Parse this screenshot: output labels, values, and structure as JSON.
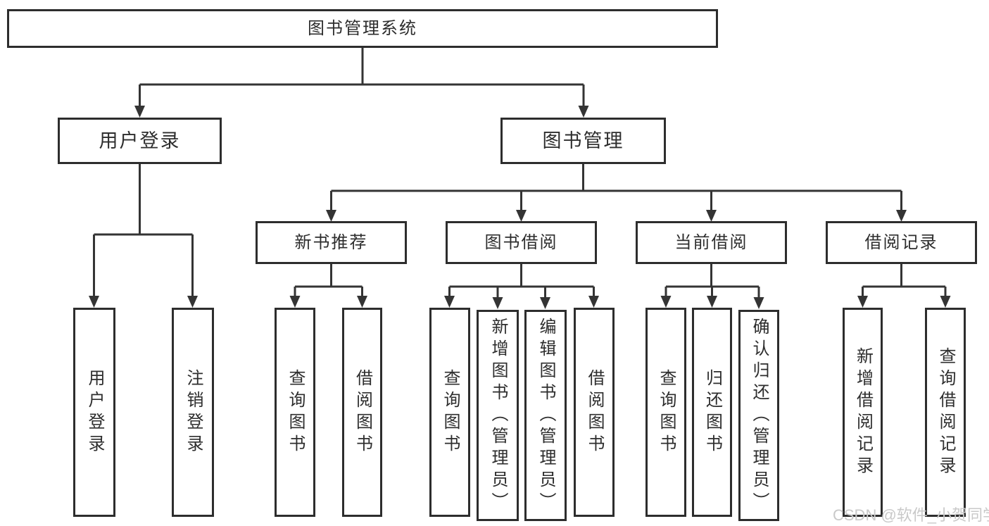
{
  "nodes": {
    "root": "图书管理系统",
    "l2": [
      "用户登录",
      "图书管理"
    ],
    "l3": [
      "新书推荐",
      "图书借阅",
      "当前借阅",
      "借阅记录"
    ],
    "g1": [
      "用户登录",
      "注销登录"
    ],
    "g2": [
      "查询图书",
      "借阅图书"
    ],
    "g3": [
      "查询图书",
      "新增图书（管理员）",
      "编辑图书（管理员）",
      "借阅图书"
    ],
    "g4": [
      "查询图书",
      "归还图书",
      "确认归还（管理员）"
    ],
    "g5": [
      "新增借阅记录",
      "查询借阅记录"
    ]
  },
  "watermark": "CSDN @软件_小贺同学",
  "colors": {
    "line": "#343434",
    "text": "#2d2d2d",
    "box_border": "#2d2d2d",
    "background": "#ffffff",
    "watermark": "#c9c9c9"
  }
}
